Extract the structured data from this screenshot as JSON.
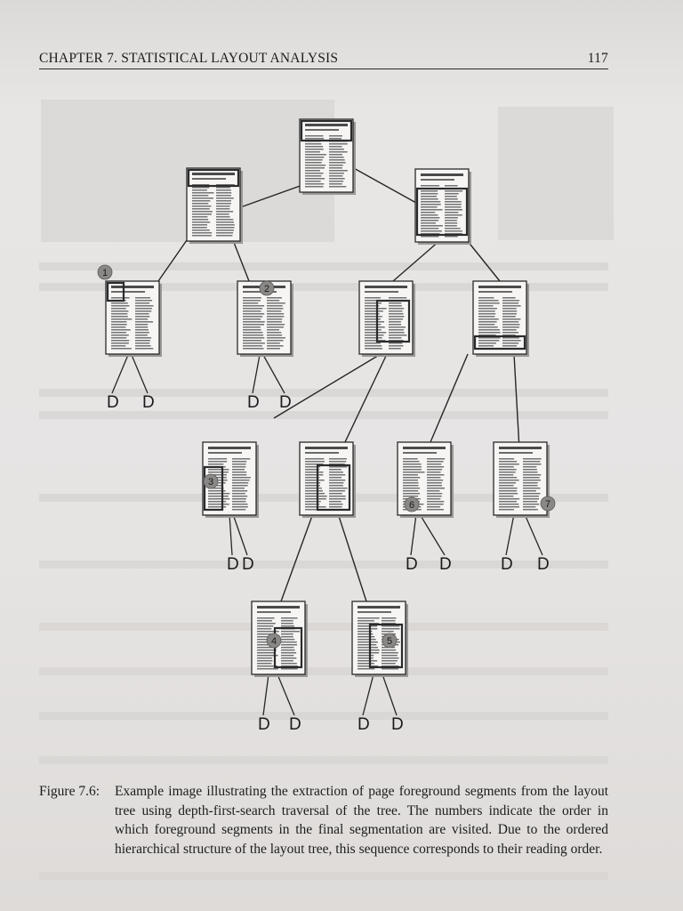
{
  "header": {
    "chapter_title": "CHAPTER 7.  STATISTICAL LAYOUT ANALYSIS",
    "page_number": "117"
  },
  "figure": {
    "node_count": 13,
    "order_labels": [
      "1",
      "2",
      "3",
      "4",
      "5",
      "6",
      "7"
    ],
    "leaf_label": "D"
  },
  "caption": {
    "label": "Figure 7.6:",
    "text": "Example image illustrating the extraction of page foreground segments from the layout tree using depth-first-search traversal of the tree. The numbers indicate the order in which foreground segments in the final segmentation are visited. Due to the ordered hierarchical structure of the layout tree, this sequence corresponds to their reading order."
  }
}
